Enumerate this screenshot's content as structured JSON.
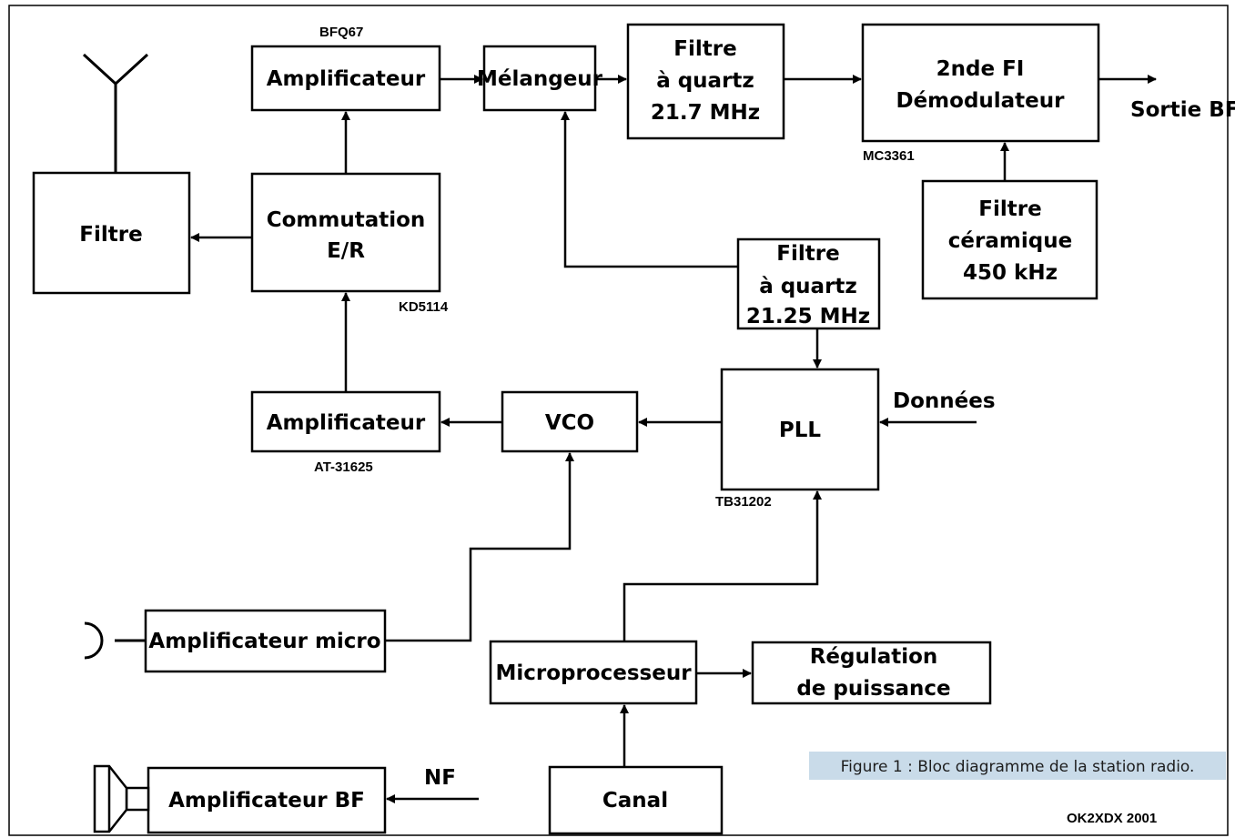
{
  "blocks": {
    "filtre": "Filtre",
    "amp_rx": "Amplificateur",
    "commutation": [
      "Commutation",
      "E/R"
    ],
    "melangeur": "Mélangeur",
    "filtre_quartz_217": [
      "Filtre",
      "à quartz",
      "21.7 MHz"
    ],
    "fi_demod": [
      "2nde FI",
      "Démodulateur"
    ],
    "filtre_ceramique": [
      "Filtre",
      "céramique",
      "450 kHz"
    ],
    "filtre_quartz_2125": [
      "Filtre",
      "à quartz",
      "21.25 MHz"
    ],
    "amp_tx": "Amplificateur",
    "vco": "VCO",
    "pll": "PLL",
    "amp_micro": "Amplificateur micro",
    "microprocesseur": "Microprocesseur",
    "regulation": [
      "Régulation",
      "de puissance"
    ],
    "amp_bf": "Amplificateur BF",
    "canal": "Canal"
  },
  "parts": {
    "bfq67": "BFQ67",
    "mc3361": "MC3361",
    "kd5114": "KD5114",
    "at31625": "AT-31625",
    "tb31202": "TB31202"
  },
  "signals": {
    "sortie_bf": "Sortie BF",
    "donnees": "Données",
    "nf": "NF"
  },
  "caption": "Figure 1 : Bloc diagramme de la station radio.",
  "credit": "OK2XDX 2001"
}
